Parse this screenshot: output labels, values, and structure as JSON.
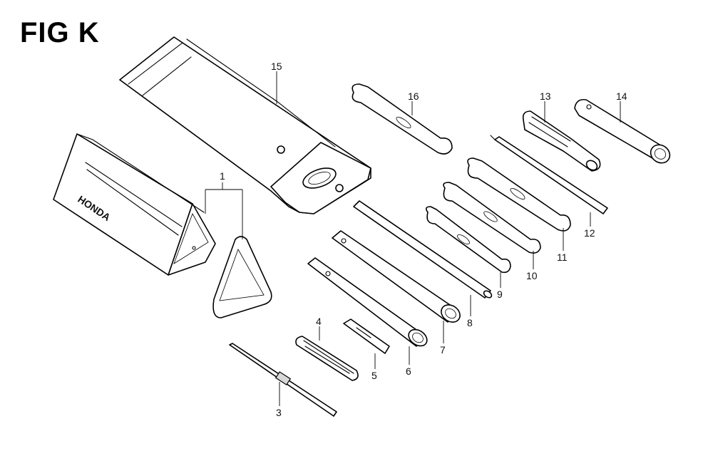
{
  "figure": {
    "title": "FIG K"
  },
  "brand_text": "HONDA",
  "callouts": {
    "c1": "1",
    "c3": "3",
    "c4": "4",
    "c5": "5",
    "c6": "6",
    "c7": "7",
    "c8": "8",
    "c9": "9",
    "c10": "10",
    "c11": "11",
    "c12": "12",
    "c13": "13",
    "c14": "14",
    "c15": "15",
    "c16": "16"
  }
}
